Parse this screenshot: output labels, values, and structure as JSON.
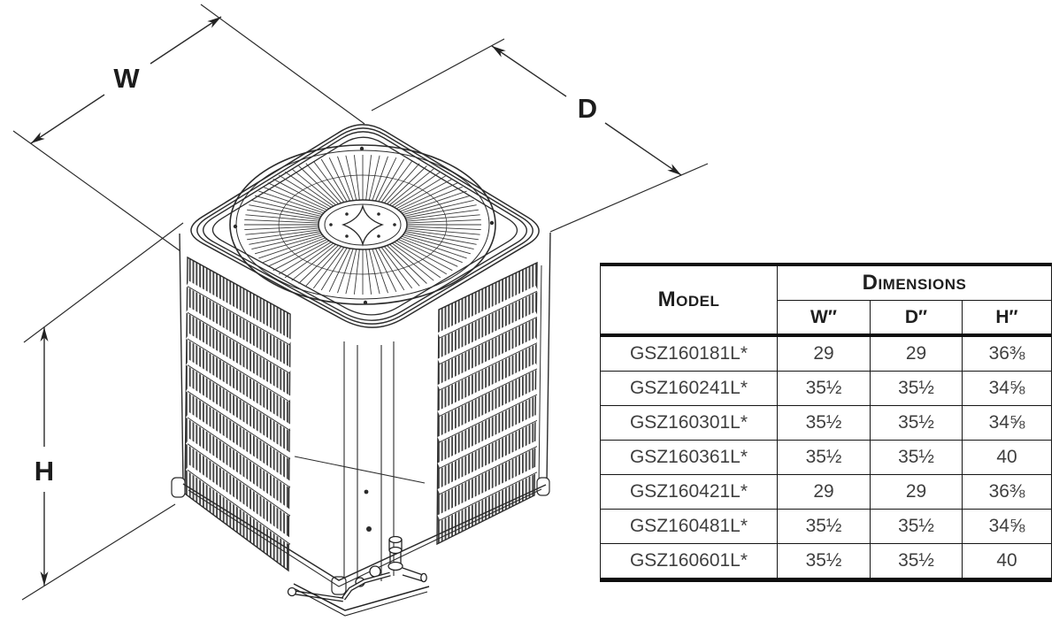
{
  "drawing": {
    "labels": {
      "width": "W",
      "depth": "D",
      "height": "H"
    }
  },
  "table": {
    "header": {
      "model": "Model",
      "dimensions": "Dimensions",
      "w": "W″",
      "d": "D″",
      "h": "H″"
    },
    "rows": [
      {
        "model": "GSZ160181L*",
        "w": "29",
        "d": "29",
        "h": "36⅜"
      },
      {
        "model": "GSZ160241L*",
        "w": "35½",
        "d": "35½",
        "h": "34⅝"
      },
      {
        "model": "GSZ160301L*",
        "w": "35½",
        "d": "35½",
        "h": "34⅝"
      },
      {
        "model": "GSZ160361L*",
        "w": "35½",
        "d": "35½",
        "h": "40"
      },
      {
        "model": "GSZ160421L*",
        "w": "29",
        "d": "29",
        "h": "36⅜"
      },
      {
        "model": "GSZ160481L*",
        "w": "35½",
        "d": "35½",
        "h": "34⅝"
      },
      {
        "model": "GSZ160601L*",
        "w": "35½",
        "d": "35½",
        "h": "40"
      }
    ]
  }
}
